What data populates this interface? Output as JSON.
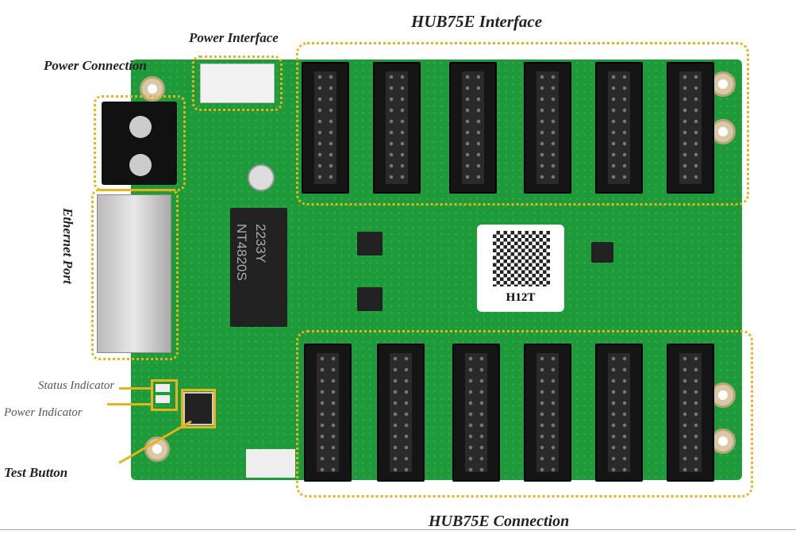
{
  "labels": {
    "hub75e_interface": "HUB75E Interface",
    "power_interface": "Power Interface",
    "power_connection": "Power Connection",
    "ethernet_port": "Ethernet Port",
    "status_indicator": "Status Indicator",
    "power_indicator": "Power Indicator",
    "test_button": "Test Button",
    "hub75e_connection": "HUB75E Connection"
  },
  "board": {
    "model_label": "H12T",
    "chip_text_1": "2233Y",
    "chip_text_2": "NT4820S"
  },
  "colors": {
    "board": "#1f9a3a",
    "annotation": "#e8b21a",
    "connector": "#151515"
  }
}
